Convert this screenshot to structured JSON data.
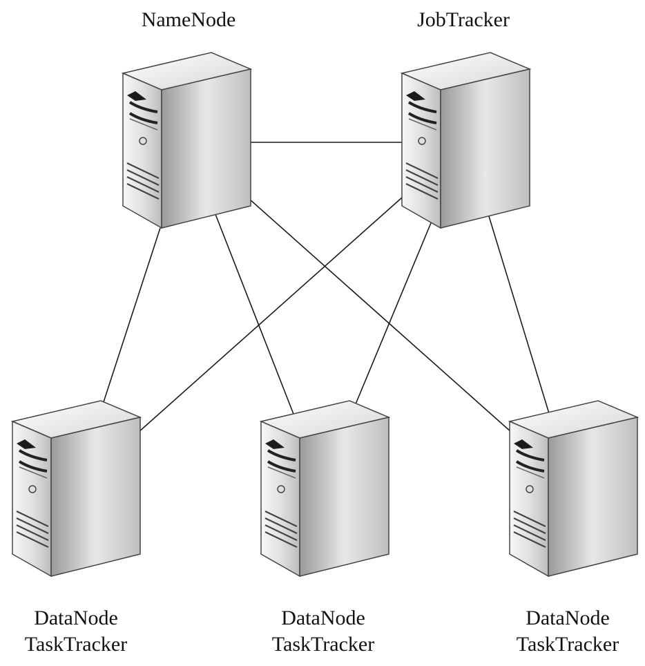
{
  "nodes": {
    "namenode": {
      "label": "NameNode"
    },
    "jobtracker": {
      "label": "JobTracker"
    },
    "worker_left": {
      "line1": "DataNode",
      "line2": "TaskTracker"
    },
    "worker_center": {
      "line1": "DataNode",
      "line2": "TaskTracker"
    },
    "worker_right": {
      "line1": "DataNode",
      "line2": "TaskTracker"
    }
  },
  "connections": [
    [
      "namenode",
      "jobtracker"
    ],
    [
      "namenode",
      "worker_left"
    ],
    [
      "namenode",
      "worker_center"
    ],
    [
      "namenode",
      "worker_right"
    ],
    [
      "jobtracker",
      "worker_left"
    ],
    [
      "jobtracker",
      "worker_center"
    ],
    [
      "jobtracker",
      "worker_right"
    ]
  ],
  "colors": {
    "line": "#1a1a1a",
    "server_front": "#dcdcdc",
    "server_side": "#8c8c8c",
    "server_top": "#f2f2f2"
  }
}
